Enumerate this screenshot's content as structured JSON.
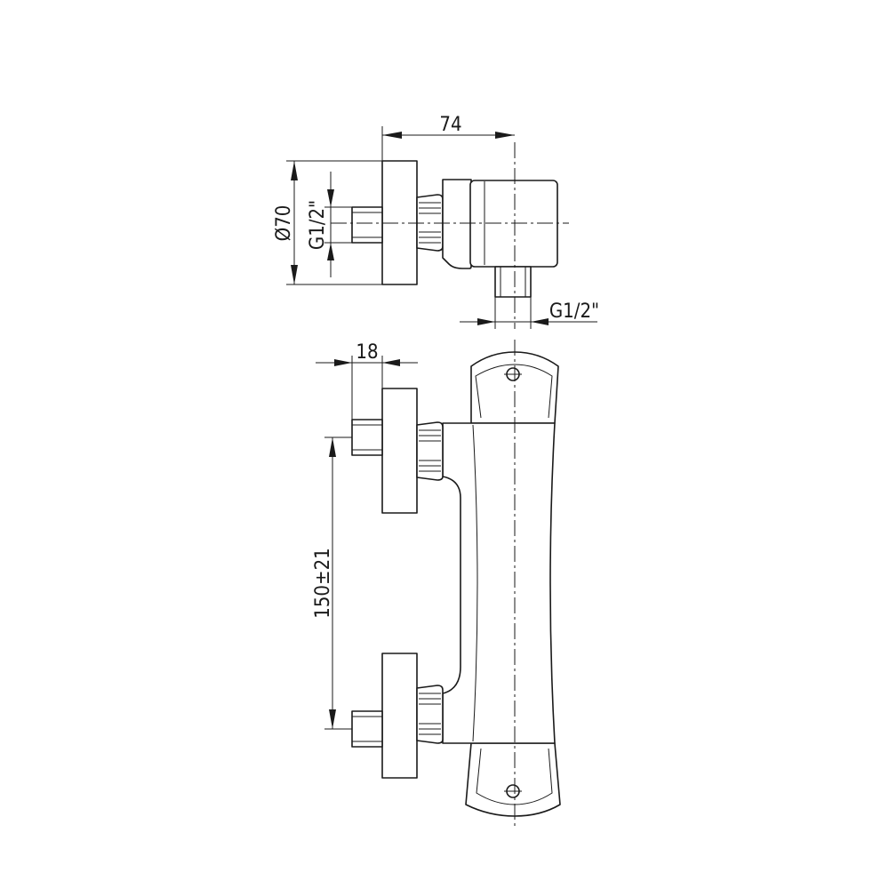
{
  "dimensions": {
    "depth": "74",
    "diameter": "Ø70",
    "inlet_thread": "G1/2\"",
    "outlet_thread": "G1/2\"",
    "offset": "18",
    "center_distance": "150±21"
  }
}
